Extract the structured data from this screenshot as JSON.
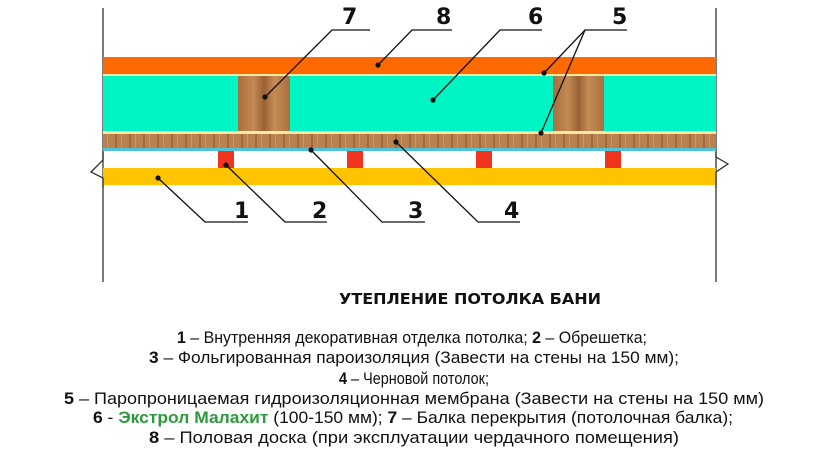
{
  "diagram": {
    "title": "УТЕПЛЕНИЕ ПОТОЛКА БАНИ",
    "callouts": [
      "1",
      "2",
      "3",
      "4",
      "5",
      "6",
      "7",
      "8"
    ],
    "colors": {
      "floor_board": "#ff6a00",
      "insulation": "#00f5c4",
      "wood": "#b57a45",
      "vapor_barrier": "#4fc3d9",
      "batten": "#f0341e",
      "finish": "#ffc400",
      "membrane": "#ffe9a0",
      "accent_green": "#2e9a3e"
    },
    "legend": [
      {
        "n1": "1",
        "t1": " – Внутренняя декоративная отделка потолка; ",
        "n2": "2",
        "t2": " – Обрешетка;"
      },
      {
        "n1": "3",
        "t1": " – Фольгированная пароизоляция (Завести на стены на 150 мм);"
      },
      {
        "n1": "4",
        "t1": " – Черновой потолок;"
      },
      {
        "n1": "5",
        "t1": " – Паропроницаемая гидроизоляционная мембрана (Завести на стены на 150 мм)"
      },
      {
        "n1": "6",
        "sep": " - ",
        "brand": "Экстрол Малахит",
        "t1": " (100-150 мм); ",
        "n2": "7",
        "t2": " – Балка перекрытия (потолочная балка);"
      },
      {
        "n1": "8",
        "t1": " – Половая доска (при эксплуатации чердачного помещения)"
      }
    ]
  }
}
